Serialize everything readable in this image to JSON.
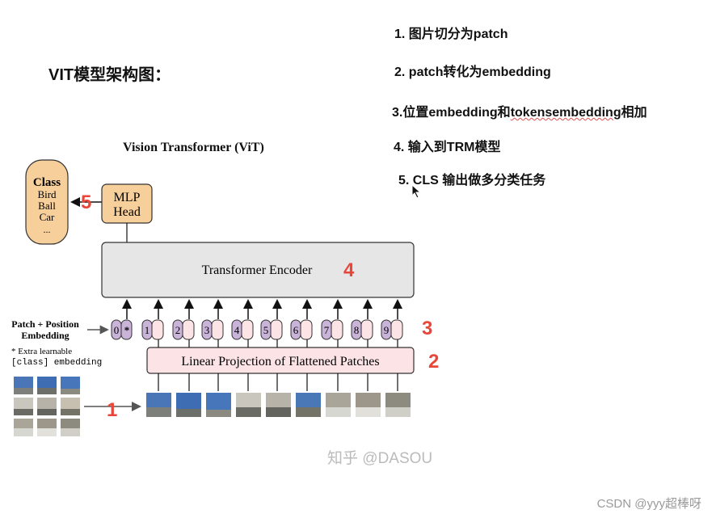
{
  "page_title": "VIT模型架构图：",
  "steps": [
    "1. 图片切分为patch",
    "2. patch转化为embedding",
    "3.位置embedding和tokensembedding相加",
    "4. 输入到TRM模型",
    "5. CLS 输出做多分类任务"
  ],
  "step3_parts": {
    "pre": "3.位置embedding和",
    "underlined": "tokensembedding",
    "post": "相加"
  },
  "diagram": {
    "title": "Vision Transformer (ViT)",
    "class_box": {
      "title": "Class",
      "items": [
        "Bird",
        "Ball",
        "Car",
        "..."
      ]
    },
    "mlp_head": {
      "line1": "MLP",
      "line2": "Head"
    },
    "encoder_label": "Transformer Encoder",
    "linear_projection_label": "Linear Projection of Flattened Patches",
    "patch_pos_label_line1": "Patch + Position",
    "patch_pos_label_line2": "Embedding",
    "extra_note_line1": "* Extra learnable",
    "extra_note_line2": "[class] embedding",
    "token_numbers": [
      "0",
      "1",
      "2",
      "3",
      "4",
      "5",
      "6",
      "7",
      "8",
      "9"
    ],
    "class_token_star": "*",
    "annotations": [
      "1",
      "2",
      "3",
      "4",
      "5"
    ]
  },
  "colors": {
    "class_box_fill": "#f7cf9a",
    "mlp_fill": "#f7cf9a",
    "encoder_fill": "#e6e6e6",
    "projection_fill": "#fbe3e6",
    "position_token_fill": "#c9b3d8",
    "patch_token_fill": "#fbe3e6",
    "annotation_red": "#e8463a"
  },
  "watermark": "知乎 @DASOU",
  "footer_credit": "CSDN @yyy超棒呀"
}
